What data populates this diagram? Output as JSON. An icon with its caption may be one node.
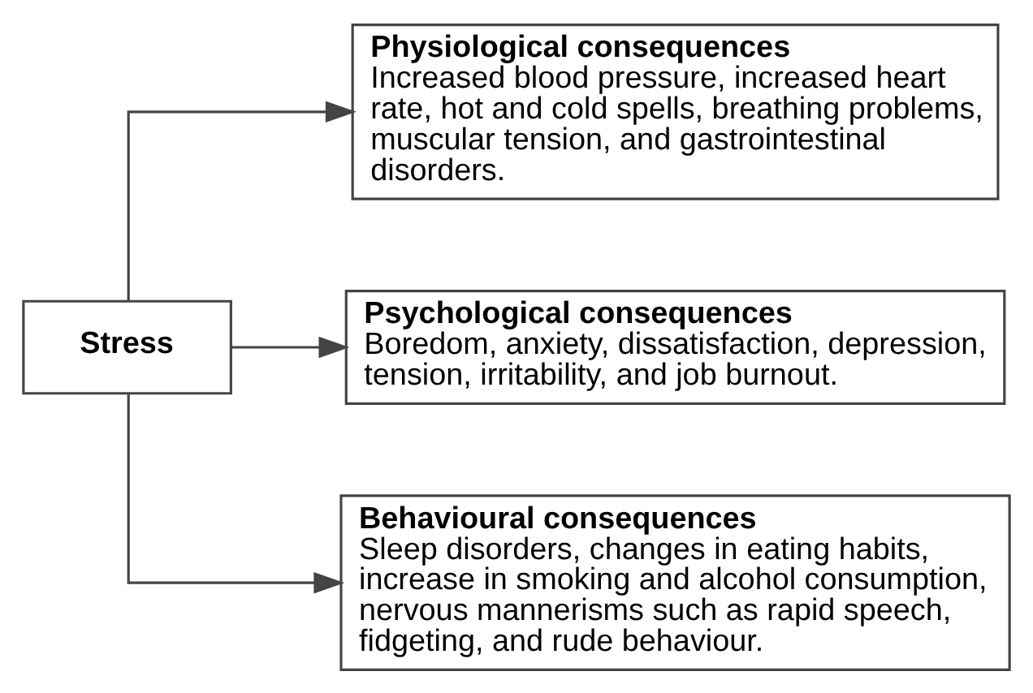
{
  "diagram": {
    "nodes": [
      {
        "text": [
          "Stress"
        ]
      },
      {
        "text": [
          "Physiological consequences",
          "Increased blood pressure, increased heart rate, hot and cold spells, breathing problems, muscular tension, and gastrointestinal disorders."
        ]
      },
      {
        "text": [
          "Psychological consequences",
          "Boredom, anxiety, dissatisfaction, depression, tension, irritability, and job burnout."
        ]
      },
      {
        "text": [
          "Behavioural consequences",
          "Sleep disorders, changes in eating habits, increase in smoking and alcohol consumption, nervous mannerisms such as rapid speech, fidgeting, and rude behaviour."
        ]
      }
    ],
    "edges": [
      {
        "from": 0,
        "to": 1,
        "arrow": "to"
      },
      {
        "from": 0,
        "to": 2,
        "arrow": "to"
      },
      {
        "from": 0,
        "to": 3,
        "arrow": "to"
      }
    ]
  }
}
